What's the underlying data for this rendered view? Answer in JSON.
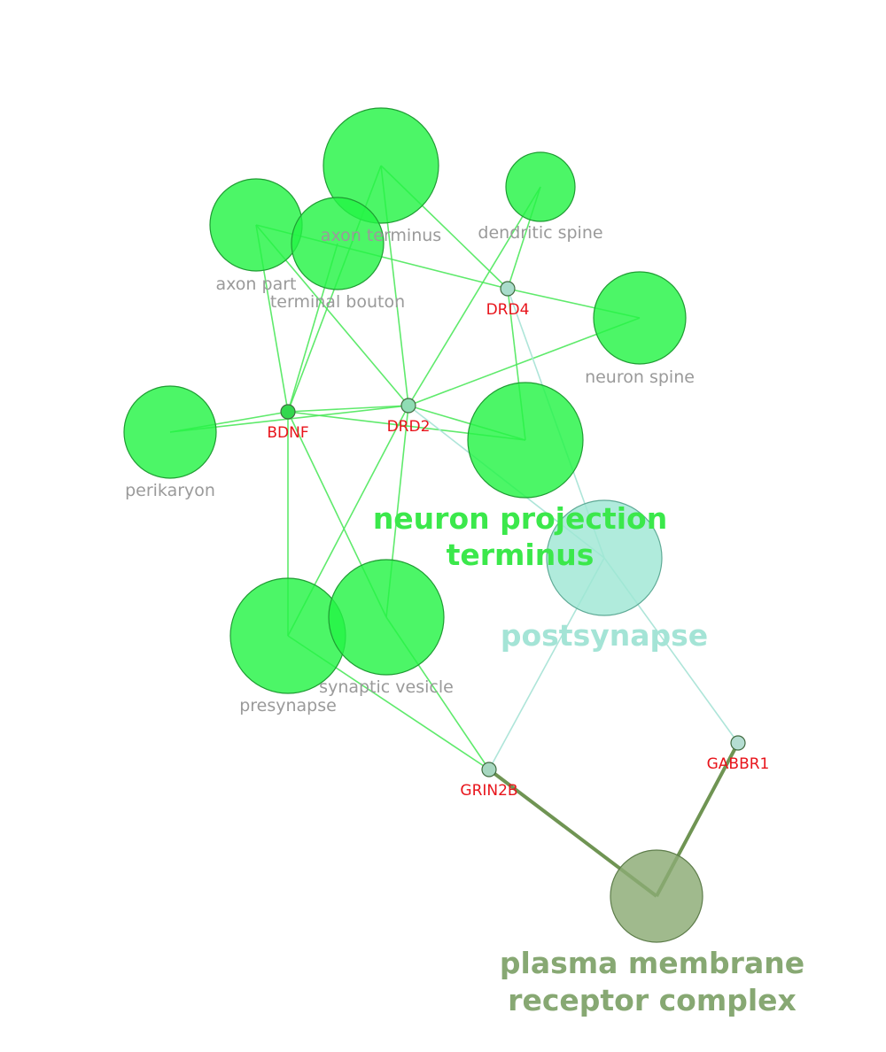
{
  "colors": {
    "main_group": "#25f446",
    "main_group_stroke": "#1f9c33",
    "main_edge": "#4ee85c",
    "postsynapse_group": "#9fe6d4",
    "postsynapse_stroke": "#5faa96",
    "postsynapse_edge": "#aee5d9",
    "receptor_group": "#8bab74",
    "receptor_stroke": "#5e7d4b",
    "receptor_edge": "#6f9453",
    "gene_label": "#e8141b",
    "term_label": "#9a9a9a",
    "highlight_main_label": "#3be84b",
    "highlight_postsynapse_label": "#a4e4d6",
    "highlight_receptor_label": "#87a873"
  },
  "terms": [
    {
      "id": "axon_terminus",
      "label": "axon terminus",
      "group": "main"
    },
    {
      "id": "dendritic_spine",
      "label": "dendritic spine",
      "group": "main"
    },
    {
      "id": "axon_part",
      "label": "axon part",
      "group": "main"
    },
    {
      "id": "terminal_bouton",
      "label": "terminal bouton",
      "group": "main"
    },
    {
      "id": "neuron_spine",
      "label": "neuron spine",
      "group": "main"
    },
    {
      "id": "perikaryon",
      "label": "perikaryon",
      "group": "main"
    },
    {
      "id": "neuron_projection_terminus",
      "label": "",
      "group": "main"
    },
    {
      "id": "presynapse",
      "label": "presynapse",
      "group": "main"
    },
    {
      "id": "synaptic_vesicle",
      "label": "synaptic vesicle",
      "group": "main"
    },
    {
      "id": "postsynapse",
      "label": "",
      "group": "postsynapse"
    },
    {
      "id": "plasma_membrane_receptor_complex",
      "label": "",
      "group": "receptor"
    }
  ],
  "genes": [
    {
      "id": "DRD4",
      "label": "DRD4",
      "color": "#a9dccb"
    },
    {
      "id": "BDNF",
      "label": "BDNF",
      "color": "#33d84e"
    },
    {
      "id": "DRD2",
      "label": "DRD2",
      "color": "#8fdcb4"
    },
    {
      "id": "GRIN2B",
      "label": "GRIN2B",
      "color": "#a7d7c0"
    },
    {
      "id": "GABBR1",
      "label": "GABBR1",
      "color": "#b5ddd2"
    }
  ],
  "group_titles": {
    "neuron_projection_terminus": [
      "neuron projection",
      "terminus"
    ],
    "postsynapse": [
      "postsynapse"
    ],
    "plasma_membrane_receptor_complex": [
      "plasma membrane",
      "receptor complex"
    ]
  },
  "edges": [
    {
      "from": "BDNF",
      "to": "axon_part",
      "group": "main"
    },
    {
      "from": "BDNF",
      "to": "terminal_bouton",
      "group": "main"
    },
    {
      "from": "BDNF",
      "to": "axon_terminus",
      "group": "main"
    },
    {
      "from": "BDNF",
      "to": "perikaryon",
      "group": "main"
    },
    {
      "from": "BDNF",
      "to": "neuron_projection_terminus",
      "group": "main"
    },
    {
      "from": "BDNF",
      "to": "presynapse",
      "group": "main"
    },
    {
      "from": "BDNF",
      "to": "synaptic_vesicle",
      "group": "main"
    },
    {
      "from": "BDNF",
      "to": "DRD2",
      "group": "main"
    },
    {
      "from": "DRD2",
      "to": "axon_part",
      "group": "main"
    },
    {
      "from": "DRD2",
      "to": "axon_terminus",
      "group": "main"
    },
    {
      "from": "DRD2",
      "to": "dendritic_spine",
      "group": "main"
    },
    {
      "from": "DRD2",
      "to": "neuron_spine",
      "group": "main"
    },
    {
      "from": "DRD2",
      "to": "perikaryon",
      "group": "main"
    },
    {
      "from": "DRD2",
      "to": "neuron_projection_terminus",
      "group": "main"
    },
    {
      "from": "DRD2",
      "to": "presynapse",
      "group": "main"
    },
    {
      "from": "DRD2",
      "to": "synaptic_vesicle",
      "group": "main"
    },
    {
      "from": "DRD2",
      "to": "postsynapse",
      "group": "postsynapse"
    },
    {
      "from": "DRD4",
      "to": "axon_part",
      "group": "main"
    },
    {
      "from": "DRD4",
      "to": "axon_terminus",
      "group": "main"
    },
    {
      "from": "DRD4",
      "to": "dendritic_spine",
      "group": "main"
    },
    {
      "from": "DRD4",
      "to": "neuron_spine",
      "group": "main"
    },
    {
      "from": "DRD4",
      "to": "neuron_projection_terminus",
      "group": "main"
    },
    {
      "from": "DRD4",
      "to": "postsynapse",
      "group": "postsynapse"
    },
    {
      "from": "GRIN2B",
      "to": "presynapse",
      "group": "main"
    },
    {
      "from": "GRIN2B",
      "to": "synaptic_vesicle",
      "group": "main"
    },
    {
      "from": "GRIN2B",
      "to": "postsynapse",
      "group": "postsynapse"
    },
    {
      "from": "GRIN2B",
      "to": "plasma_membrane_receptor_complex",
      "group": "receptor"
    },
    {
      "from": "GABBR1",
      "to": "postsynapse",
      "group": "postsynapse"
    },
    {
      "from": "GABBR1",
      "to": "plasma_membrane_receptor_complex",
      "group": "receptor"
    }
  ]
}
